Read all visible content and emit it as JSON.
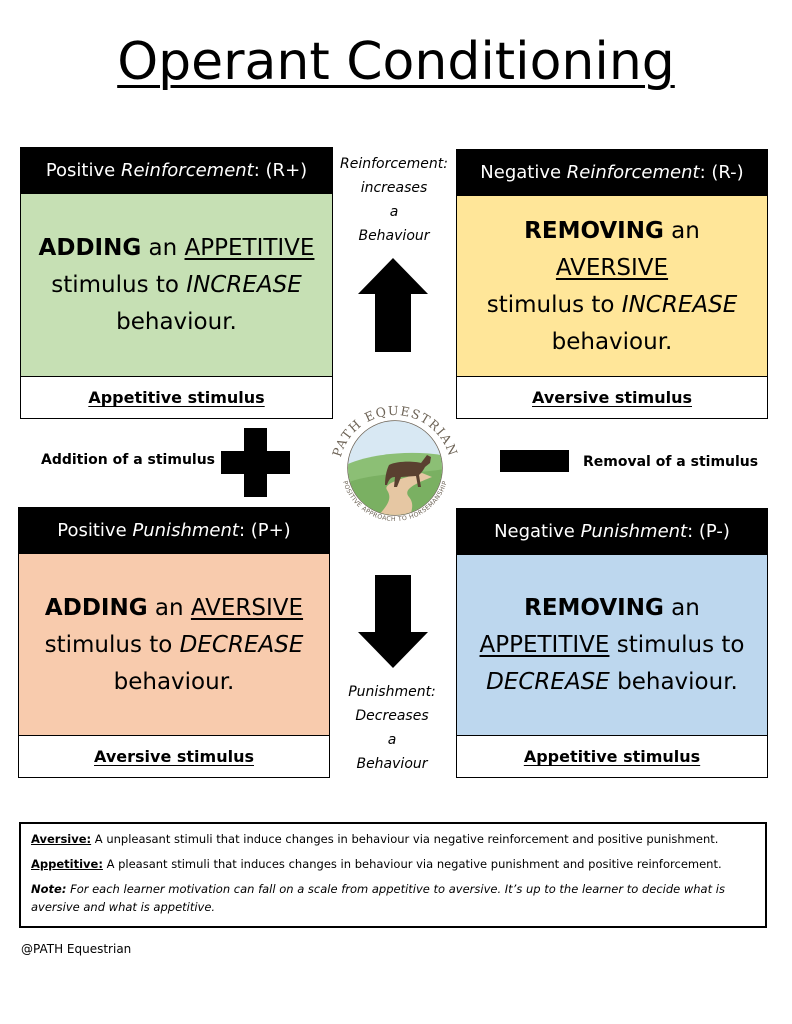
{
  "title": "Operant Conditioning",
  "colors": {
    "positive_reinforcement": "#c6e0b4",
    "negative_reinforcement": "#ffe699",
    "positive_punishment": "#f8cbad",
    "negative_punishment": "#bdd7ee",
    "header": "#000000"
  },
  "quadrants": {
    "pos_reinforcement": {
      "header_pre": "Positive ",
      "header_italic": "Reinforcement",
      "header_post": ": (R+)",
      "verb": "ADDING",
      "article": " an ",
      "stimulus": "APPETITIVE",
      "line2_pre": "stimulus to ",
      "effect": "INCREASE",
      "line3": "behaviour.",
      "footer": "Appetitive stimulus"
    },
    "neg_reinforcement": {
      "header_pre": "Negative ",
      "header_italic": "Reinforcement",
      "header_post": ": (R-)",
      "verb": "REMOVING",
      "article": " an ",
      "stimulus": "AVERSIVE",
      "line2_pre": "stimulus to ",
      "effect": "INCREASE",
      "line3": "behaviour.",
      "footer": "Aversive stimulus"
    },
    "pos_punishment": {
      "header_pre": "Positive ",
      "header_italic": "Punishment",
      "header_post": ": (P+)",
      "verb": "ADDING",
      "article": " an ",
      "stimulus": "AVERSIVE",
      "line2_pre": "stimulus to ",
      "effect": "DECREASE",
      "line3": "behaviour.",
      "footer": "Aversive stimulus"
    },
    "neg_punishment": {
      "header_pre": "Negative ",
      "header_italic": "Punishment",
      "header_post": ": (P-)",
      "verb": "REMOVING",
      "article": " an",
      "stimulus": "APPETITIVE",
      "line2_post": " stimulus to",
      "effect": "DECREASE",
      "line3_post": " behaviour.",
      "footer": "Appetitive stimulus"
    }
  },
  "center": {
    "reinforcement_note": [
      "Reinforcement:",
      "increases",
      "a",
      "Behaviour"
    ],
    "punishment_note": [
      "Punishment:",
      "Decreases",
      "a",
      "Behaviour"
    ],
    "addition_label": "Addition of a stimulus",
    "removal_label": "Removal of a stimulus",
    "logo_top_text": "PATH EQUESTRIAN",
    "logo_bottom_text": "POSITIVE APPROACH TO HORSEMANSHIP"
  },
  "legend": {
    "aversive_term": "Aversive:",
    "aversive_def": " A unpleasant stimuli that induce changes in behaviour via negative reinforcement and positive punishment.",
    "appetitive_term": "Appetitive:",
    "appetitive_def": " A pleasant stimuli that induces changes in behaviour via negative punishment and positive reinforcement.",
    "note_term": "Note:",
    "note_def": " For each learner motivation can fall on a scale from appetitive to aversive. It’s up to the learner to decide what is aversive and what is appetitive."
  },
  "footer": "@PATH Equestrian"
}
